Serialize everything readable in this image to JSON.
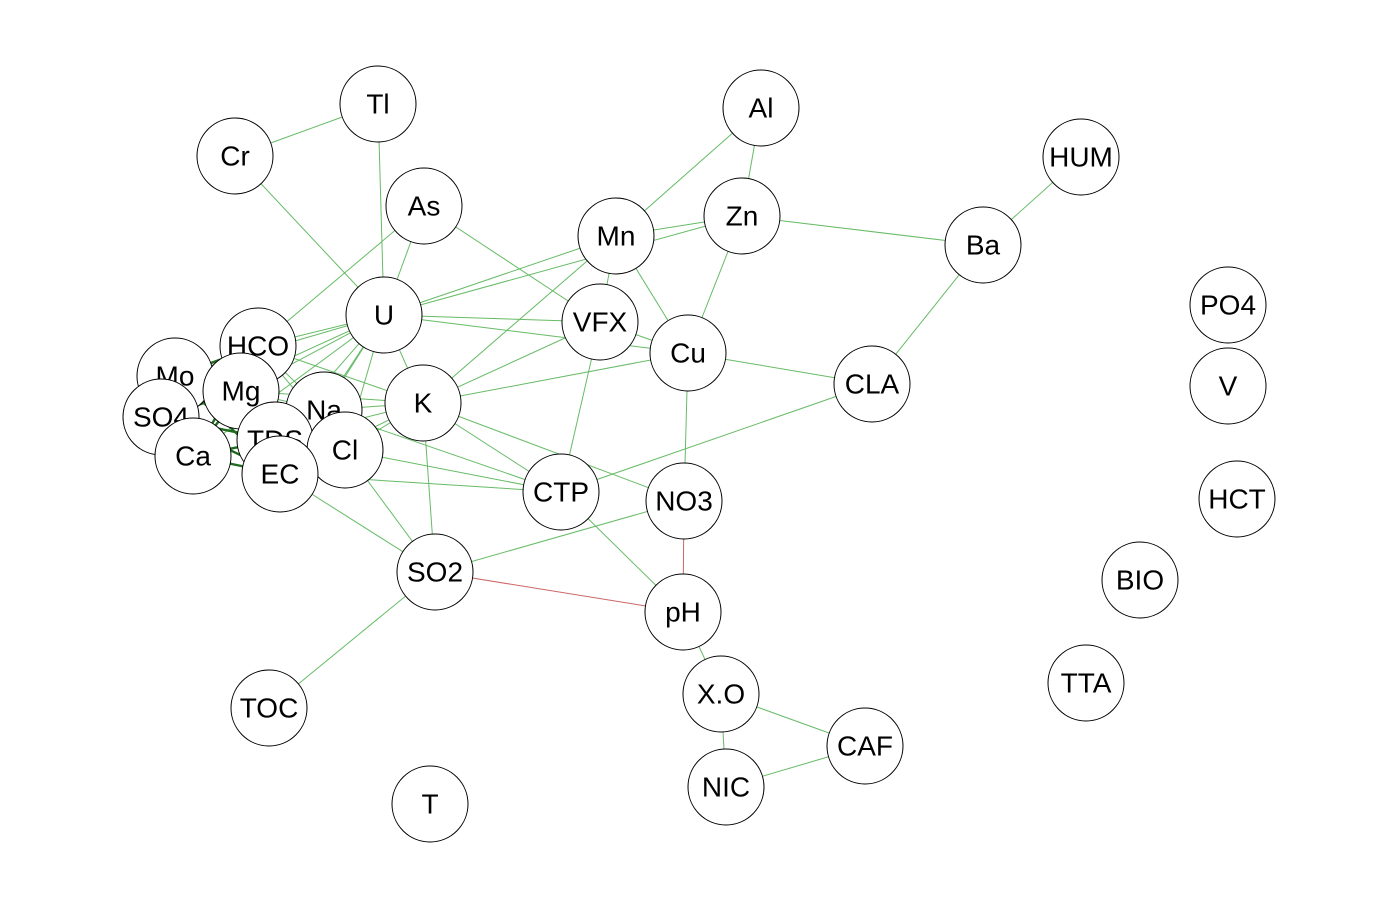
{
  "chart_data": {
    "type": "network",
    "nodes": [
      {
        "id": "Tl",
        "label": "Tl"
      },
      {
        "id": "Cr",
        "label": "Cr"
      },
      {
        "id": "Al",
        "label": "Al"
      },
      {
        "id": "HUM",
        "label": "HUM"
      },
      {
        "id": "As",
        "label": "As"
      },
      {
        "id": "Zn",
        "label": "Zn"
      },
      {
        "id": "Mn",
        "label": "Mn"
      },
      {
        "id": "Ba",
        "label": "Ba"
      },
      {
        "id": "PO4",
        "label": "PO4"
      },
      {
        "id": "U",
        "label": "U"
      },
      {
        "id": "VFX",
        "label": "VFX"
      },
      {
        "id": "HCO",
        "label": "HCO"
      },
      {
        "id": "Cu",
        "label": "Cu"
      },
      {
        "id": "Mo",
        "label": "Mo"
      },
      {
        "id": "CLA",
        "label": "CLA"
      },
      {
        "id": "V",
        "label": "V"
      },
      {
        "id": "Mg",
        "label": "Mg"
      },
      {
        "id": "K",
        "label": "K"
      },
      {
        "id": "Na",
        "label": "Na"
      },
      {
        "id": "SO4",
        "label": "SO4"
      },
      {
        "id": "TDS",
        "label": "TDS"
      },
      {
        "id": "Cl",
        "label": "Cl"
      },
      {
        "id": "Ca",
        "label": "Ca"
      },
      {
        "id": "EC",
        "label": "EC"
      },
      {
        "id": "CTP",
        "label": "CTP"
      },
      {
        "id": "NO3",
        "label": "NO3"
      },
      {
        "id": "HCT",
        "label": "HCT"
      },
      {
        "id": "SO2",
        "label": "SO2"
      },
      {
        "id": "BIO",
        "label": "BIO"
      },
      {
        "id": "pH",
        "label": "pH"
      },
      {
        "id": "TTA",
        "label": "TTA"
      },
      {
        "id": "X.O",
        "label": "X.O"
      },
      {
        "id": "TOC",
        "label": "TOC"
      },
      {
        "id": "CAF",
        "label": "CAF"
      },
      {
        "id": "NIC",
        "label": "NIC"
      },
      {
        "id": "T",
        "label": "T"
      }
    ],
    "edges": [
      {
        "source": "Tl",
        "target": "Cr",
        "sign": "positive"
      },
      {
        "source": "Tl",
        "target": "U",
        "sign": "positive"
      },
      {
        "source": "Cr",
        "target": "U",
        "sign": "positive"
      },
      {
        "source": "Al",
        "target": "Zn",
        "sign": "positive"
      },
      {
        "source": "Al",
        "target": "Mn",
        "sign": "positive"
      },
      {
        "source": "HUM",
        "target": "Ba",
        "sign": "positive"
      },
      {
        "source": "As",
        "target": "U",
        "sign": "positive"
      },
      {
        "source": "As",
        "target": "VFX",
        "sign": "positive"
      },
      {
        "source": "As",
        "target": "HCO",
        "sign": "positive"
      },
      {
        "source": "Zn",
        "target": "Mn",
        "sign": "positive"
      },
      {
        "source": "Zn",
        "target": "Ba",
        "sign": "positive"
      },
      {
        "source": "Zn",
        "target": "Cu",
        "sign": "positive"
      },
      {
        "source": "Zn",
        "target": "U",
        "sign": "positive"
      },
      {
        "source": "Mn",
        "target": "U",
        "sign": "positive"
      },
      {
        "source": "Mn",
        "target": "VFX",
        "sign": "positive"
      },
      {
        "source": "Mn",
        "target": "Cu",
        "sign": "positive"
      },
      {
        "source": "Mn",
        "target": "K",
        "sign": "positive"
      },
      {
        "source": "Ba",
        "target": "CLA",
        "sign": "positive"
      },
      {
        "source": "U",
        "target": "VFX",
        "sign": "positive"
      },
      {
        "source": "U",
        "target": "Cu",
        "sign": "positive"
      },
      {
        "source": "U",
        "target": "HCO",
        "sign": "positive"
      },
      {
        "source": "U",
        "target": "Mo",
        "sign": "positive"
      },
      {
        "source": "U",
        "target": "Mg",
        "sign": "positive"
      },
      {
        "source": "U",
        "target": "Na",
        "sign": "positive"
      },
      {
        "source": "U",
        "target": "K",
        "sign": "positive"
      },
      {
        "source": "U",
        "target": "TDS",
        "sign": "positive"
      },
      {
        "source": "U",
        "target": "Cl",
        "sign": "positive"
      },
      {
        "source": "U",
        "target": "EC",
        "sign": "positive"
      },
      {
        "source": "U",
        "target": "SO4",
        "sign": "positive"
      },
      {
        "source": "U",
        "target": "Ca",
        "sign": "positive"
      },
      {
        "source": "VFX",
        "target": "Cu",
        "sign": "positive"
      },
      {
        "source": "VFX",
        "target": "K",
        "sign": "positive"
      },
      {
        "source": "VFX",
        "target": "CTP",
        "sign": "positive"
      },
      {
        "source": "Cu",
        "target": "K",
        "sign": "positive"
      },
      {
        "source": "Cu",
        "target": "CLA",
        "sign": "positive"
      },
      {
        "source": "Cu",
        "target": "NO3",
        "sign": "positive"
      },
      {
        "source": "CLA",
        "target": "CTP",
        "sign": "positive"
      },
      {
        "source": "HCO",
        "target": "Mo",
        "sign": "positive",
        "strength": "strong"
      },
      {
        "source": "HCO",
        "target": "Mg",
        "sign": "positive",
        "strength": "strong"
      },
      {
        "source": "HCO",
        "target": "SO4",
        "sign": "positive",
        "strength": "strong"
      },
      {
        "source": "HCO",
        "target": "Ca",
        "sign": "positive",
        "strength": "strong"
      },
      {
        "source": "HCO",
        "target": "TDS",
        "sign": "positive",
        "strength": "strong"
      },
      {
        "source": "HCO",
        "target": "EC",
        "sign": "positive",
        "strength": "strong"
      },
      {
        "source": "HCO",
        "target": "Na",
        "sign": "positive"
      },
      {
        "source": "HCO",
        "target": "Cl",
        "sign": "positive"
      },
      {
        "source": "HCO",
        "target": "K",
        "sign": "positive"
      },
      {
        "source": "Mo",
        "target": "SO4",
        "sign": "positive",
        "strength": "strong"
      },
      {
        "source": "Mo",
        "target": "Ca",
        "sign": "positive",
        "strength": "strong"
      },
      {
        "source": "Mo",
        "target": "TDS",
        "sign": "positive",
        "strength": "strong"
      },
      {
        "source": "Mo",
        "target": "EC",
        "sign": "positive",
        "strength": "strong"
      },
      {
        "source": "Mo",
        "target": "Mg",
        "sign": "positive",
        "strength": "strong"
      },
      {
        "source": "Mg",
        "target": "SO4",
        "sign": "positive",
        "strength": "strong"
      },
      {
        "source": "Mg",
        "target": "Ca",
        "sign": "positive",
        "strength": "strong"
      },
      {
        "source": "Mg",
        "target": "TDS",
        "sign": "positive",
        "strength": "strong"
      },
      {
        "source": "Mg",
        "target": "EC",
        "sign": "positive",
        "strength": "strong"
      },
      {
        "source": "Mg",
        "target": "Na",
        "sign": "positive"
      },
      {
        "source": "Mg",
        "target": "K",
        "sign": "positive"
      },
      {
        "source": "Mg",
        "target": "Cl",
        "sign": "positive"
      },
      {
        "source": "SO4",
        "target": "Ca",
        "sign": "positive",
        "strength": "strong"
      },
      {
        "source": "SO4",
        "target": "TDS",
        "sign": "positive",
        "strength": "strong"
      },
      {
        "source": "SO4",
        "target": "EC",
        "sign": "positive",
        "strength": "strong"
      },
      {
        "source": "Ca",
        "target": "TDS",
        "sign": "positive",
        "strength": "strong"
      },
      {
        "source": "Ca",
        "target": "EC",
        "sign": "positive",
        "strength": "strong"
      },
      {
        "source": "TDS",
        "target": "EC",
        "sign": "positive",
        "strength": "strong"
      },
      {
        "source": "TDS",
        "target": "Na",
        "sign": "positive"
      },
      {
        "source": "TDS",
        "target": "Cl",
        "sign": "positive"
      },
      {
        "source": "TDS",
        "target": "K",
        "sign": "positive"
      },
      {
        "source": "EC",
        "target": "Na",
        "sign": "positive"
      },
      {
        "source": "EC",
        "target": "Cl",
        "sign": "positive"
      },
      {
        "source": "EC",
        "target": "K",
        "sign": "positive"
      },
      {
        "source": "EC",
        "target": "SO2",
        "sign": "positive"
      },
      {
        "source": "EC",
        "target": "CTP",
        "sign": "positive"
      },
      {
        "source": "Na",
        "target": "K",
        "sign": "positive"
      },
      {
        "source": "Na",
        "target": "Cl",
        "sign": "positive"
      },
      {
        "source": "Na",
        "target": "CTP",
        "sign": "positive"
      },
      {
        "source": "Cl",
        "target": "K",
        "sign": "positive"
      },
      {
        "source": "Cl",
        "target": "CTP",
        "sign": "positive"
      },
      {
        "source": "Cl",
        "target": "SO2",
        "sign": "positive"
      },
      {
        "source": "K",
        "target": "NO3",
        "sign": "positive"
      },
      {
        "source": "K",
        "target": "SO2",
        "sign": "positive"
      },
      {
        "source": "K",
        "target": "CTP",
        "sign": "positive"
      },
      {
        "source": "CTP",
        "target": "pH",
        "sign": "positive"
      },
      {
        "source": "NO3",
        "target": "SO2",
        "sign": "positive"
      },
      {
        "source": "NO3",
        "target": "pH",
        "sign": "negative"
      },
      {
        "source": "SO2",
        "target": "pH",
        "sign": "negative"
      },
      {
        "source": "SO2",
        "target": "TOC",
        "sign": "positive"
      },
      {
        "source": "pH",
        "target": "X.O",
        "sign": "positive"
      },
      {
        "source": "X.O",
        "target": "CAF",
        "sign": "positive"
      },
      {
        "source": "X.O",
        "target": "NIC",
        "sign": "positive"
      },
      {
        "source": "CAF",
        "target": "NIC",
        "sign": "positive"
      }
    ],
    "colors": {
      "positive_edge": "#66bb66",
      "strong_positive_edge": "#1f6b1f",
      "negative_edge": "#cc6666",
      "node_fill": "#ffffff",
      "node_border": "#000000"
    }
  }
}
